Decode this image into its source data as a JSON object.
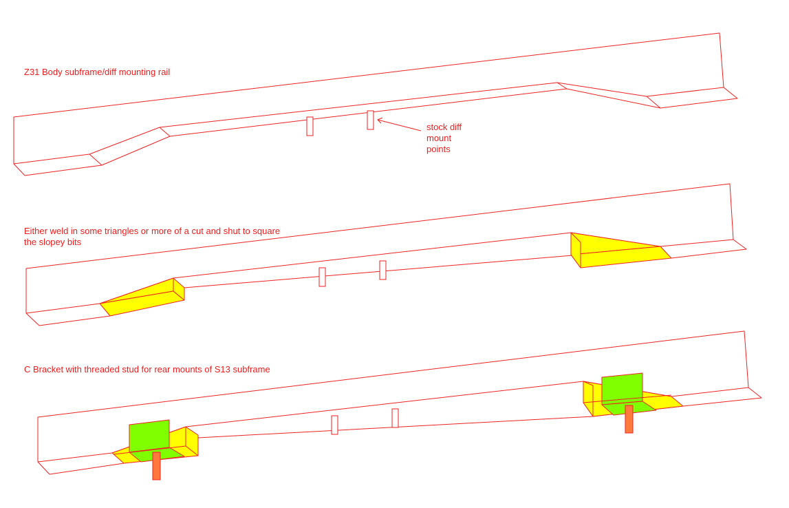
{
  "colors": {
    "line": "#ee2222",
    "text": "#ee1c1c",
    "triangle_fill": "#ffff00",
    "bracket_fill": "#80ff00",
    "stud_fill": "#ff7a3c"
  },
  "labels": {
    "diagram1_title": "Z31 Body subframe/diff mounting rail",
    "diagram1_callout": [
      "stock diff",
      "mount",
      "points"
    ],
    "diagram2_title": [
      "Either weld in some triangles or more of a cut and shut to square",
      "the slopey bits"
    ],
    "diagram3_title": "C Bracket with threaded stud for rear mounts of S13 subframe"
  }
}
